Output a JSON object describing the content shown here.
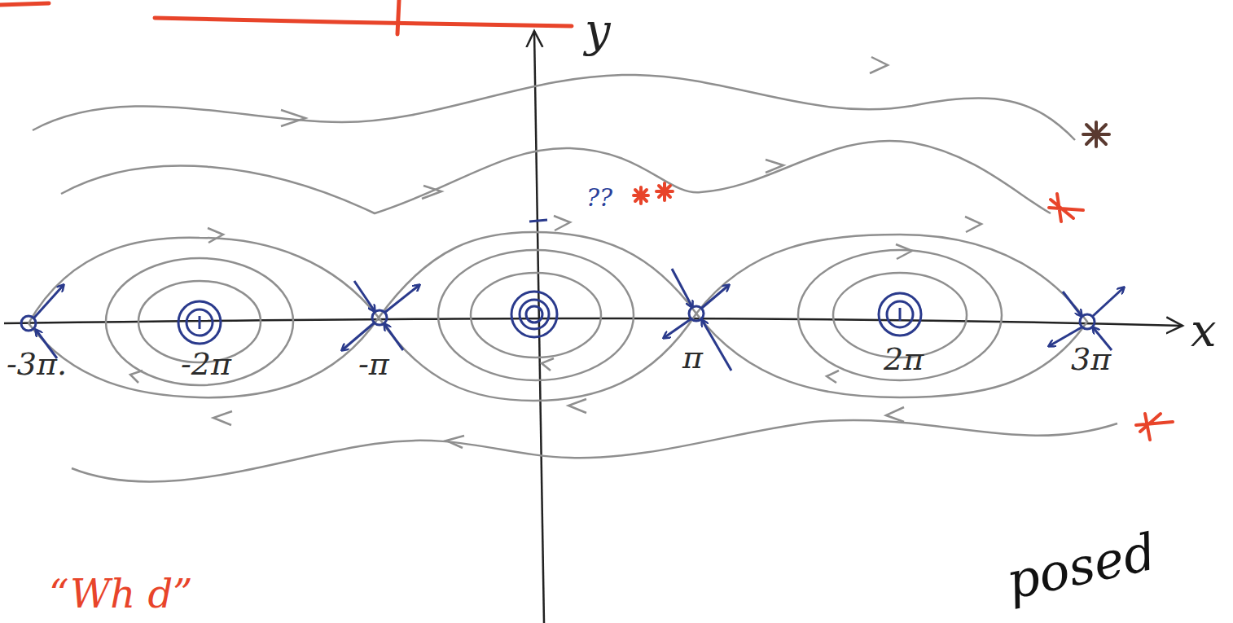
{
  "diagram": {
    "labels": [
      "y",
      "x",
      "-3π.",
      "-2π",
      "-π",
      "π",
      "2π",
      "3π",
      "??",
      "“Wh d”",
      "posed"
    ]
  }
}
